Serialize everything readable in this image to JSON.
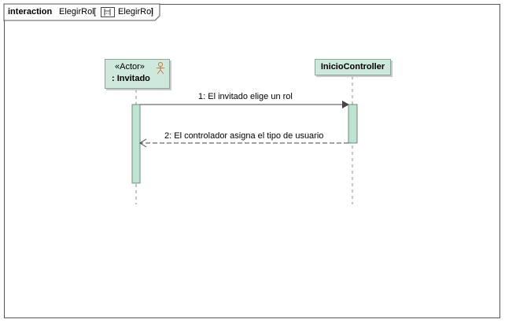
{
  "frame": {
    "keyword": "interaction",
    "name": "ElegirRol",
    "ref_open": "[",
    "ref_name": "ElegirRol",
    "ref_close": "]",
    "ref_icon": "sequence-diagram-icon"
  },
  "lifelines": [
    {
      "stereotype": "«Actor»",
      "name": ": Invitado",
      "icon": "actor-stick-figure-icon"
    },
    {
      "name": "InicioController"
    }
  ],
  "messages": [
    {
      "label": "1: El invitado elige un rol",
      "from": ": Invitado",
      "to": "InicioController",
      "kind": "synchronous call"
    },
    {
      "label": "2: El controlador asigna el tipo de usuario",
      "from": "InicioController",
      "to": ": Invitado",
      "kind": "reply"
    }
  ],
  "colors": {
    "lifeline_fill": "#cfe8dc",
    "activation_fill": "#bfe3d2",
    "line": "#444444"
  }
}
